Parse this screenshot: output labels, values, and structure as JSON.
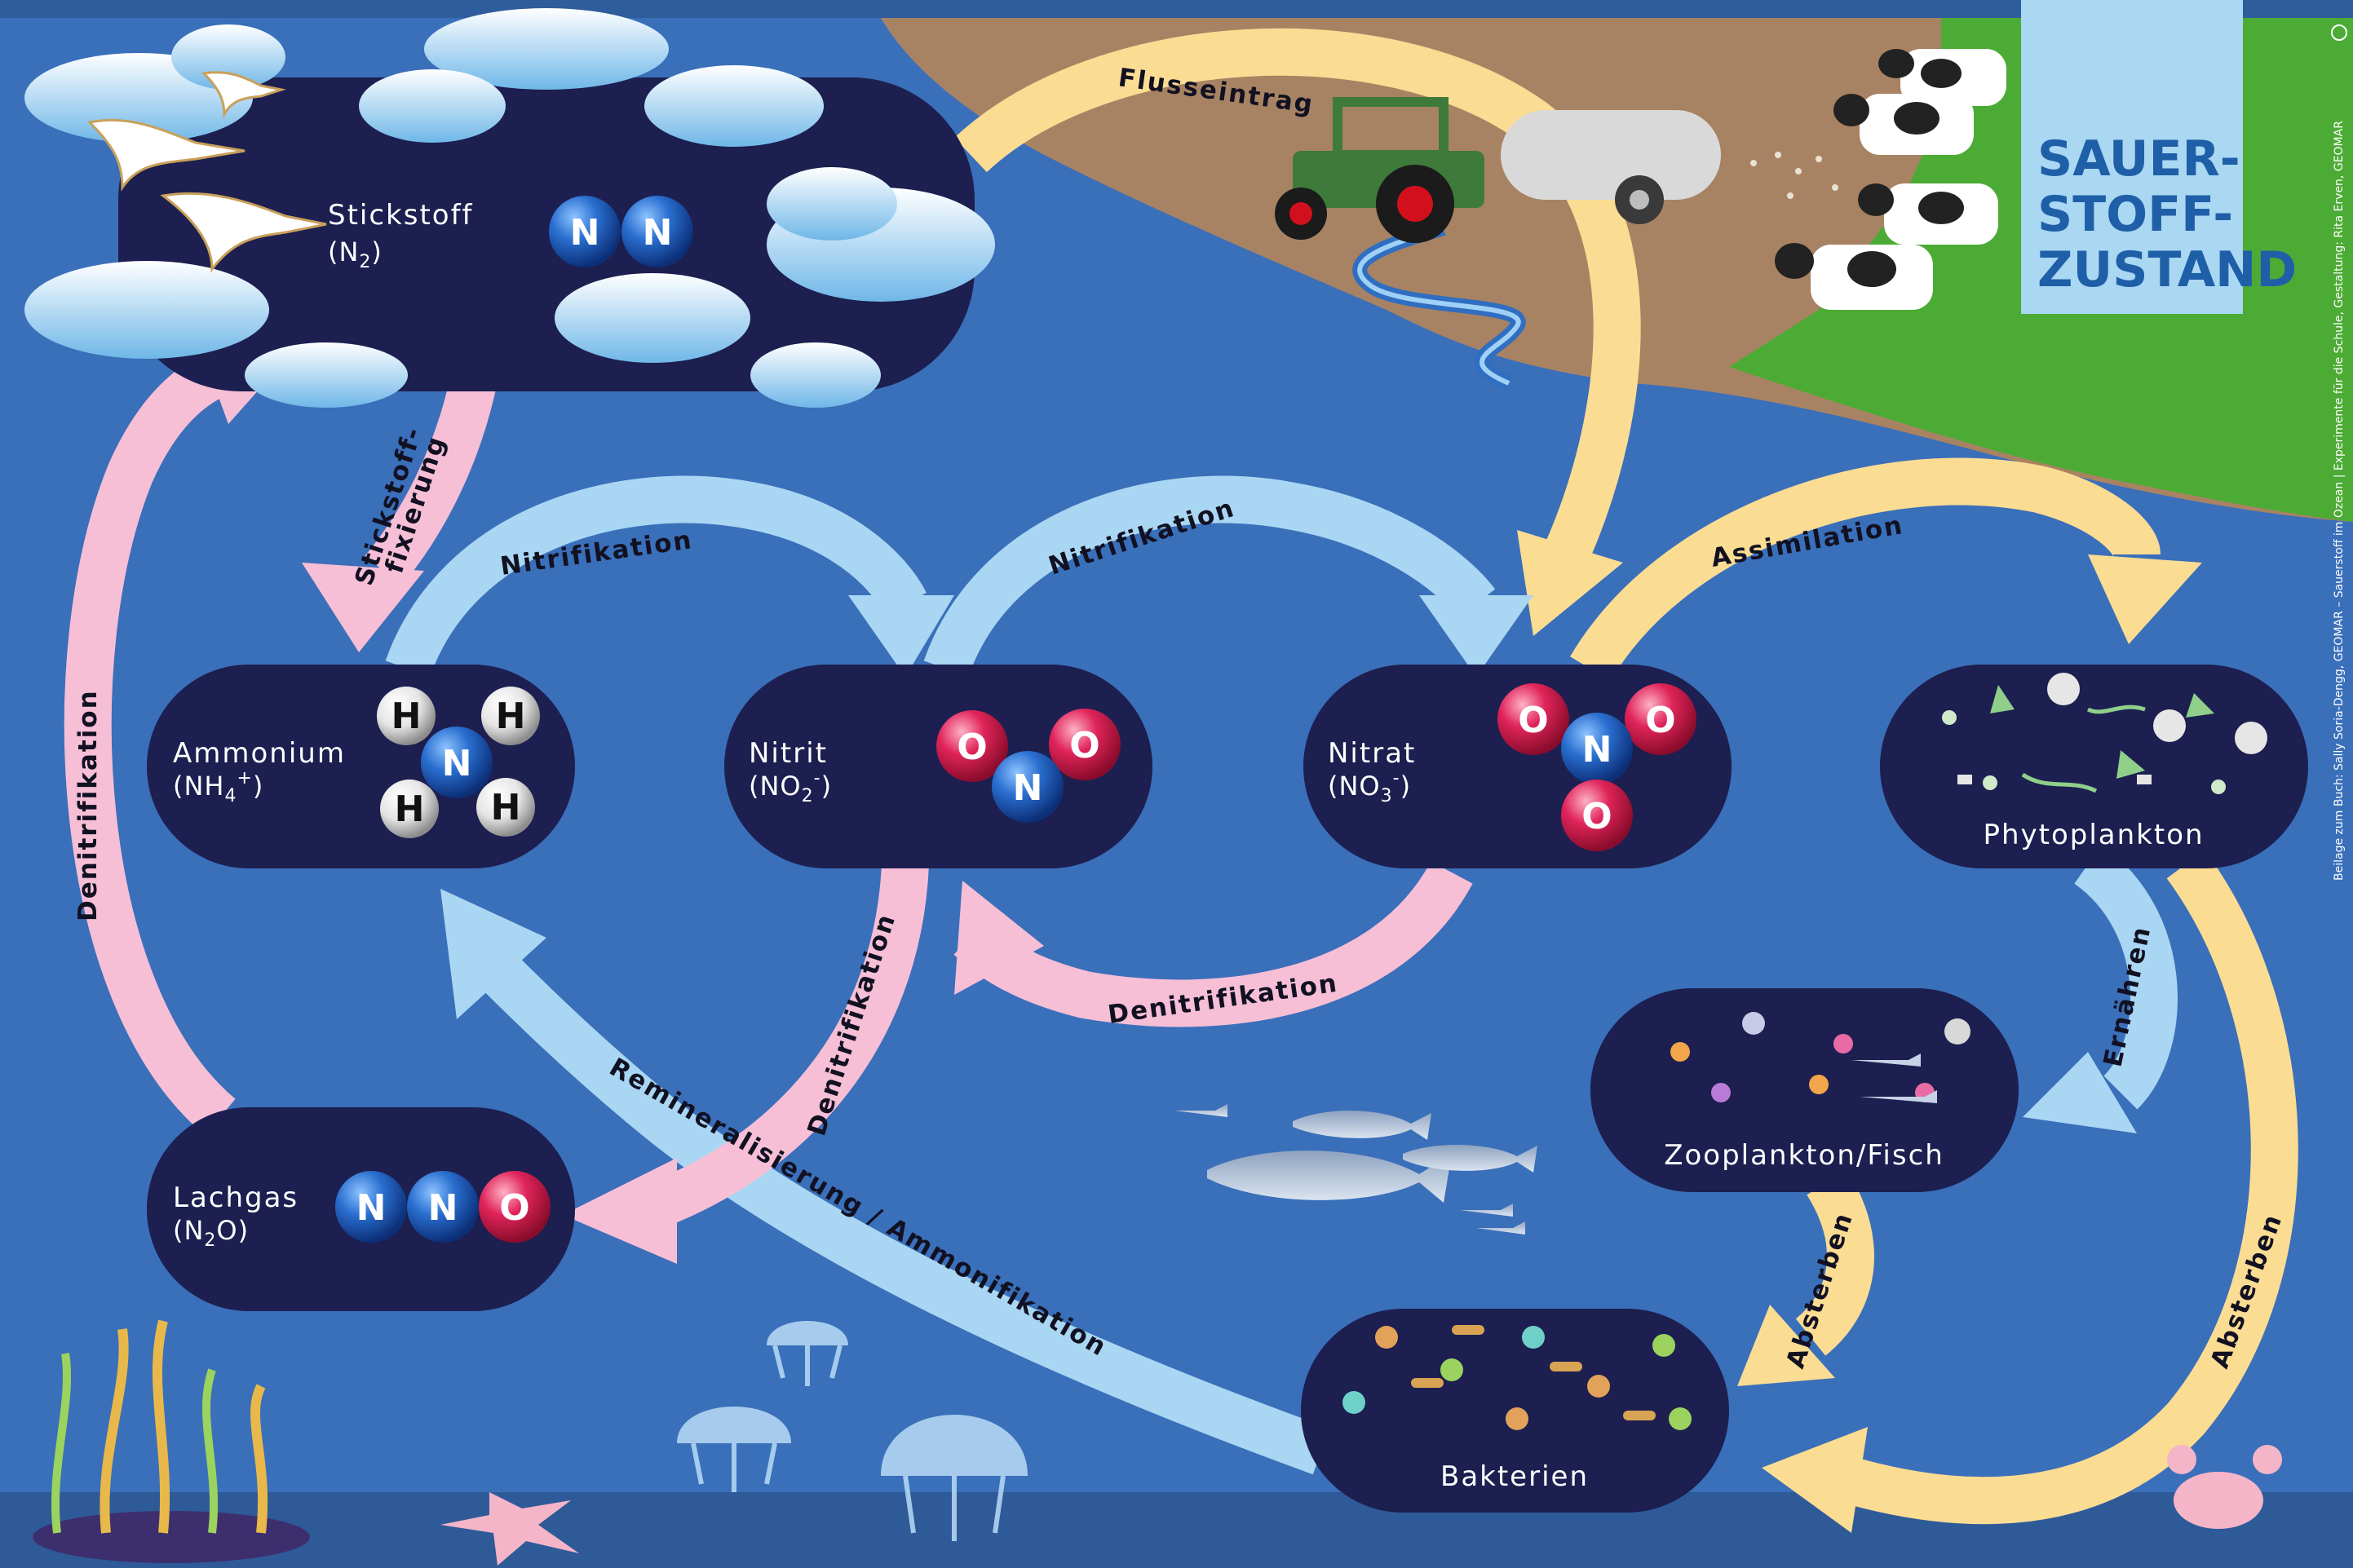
{
  "title_box": {
    "line1": "SAUER-",
    "line2": "STOFF-",
    "line3": "ZUSTAND"
  },
  "credit": "Beilage zum Buch: Sally Soria-Dengg, GEOMAR – Sauerstoff im Ozean | Experimente für die Schule, Gestaltung: Rita Erven, GEOMAR",
  "copyright_symbol": "©",
  "nodes": {
    "stickstoff": {
      "label": "Stickstoff",
      "formula": "(N",
      "sub": "2",
      "formula_end": ")",
      "atoms": [
        "N",
        "N"
      ]
    },
    "ammonium": {
      "label": "Ammonium",
      "formula": "(NH",
      "sub": "4",
      "sup": "+",
      "formula_end": ")",
      "center": "N",
      "outer": [
        "H",
        "H",
        "H",
        "H"
      ]
    },
    "nitrit": {
      "label": "Nitrit",
      "formula": "(NO",
      "sub": "2",
      "sup": "-",
      "formula_end": ")",
      "atoms": [
        "O",
        "O",
        "N"
      ]
    },
    "nitrat": {
      "label": "Nitrat",
      "formula": "(NO",
      "sub": "3",
      "sup": "-",
      "formula_end": ")",
      "atoms": [
        "O",
        "O",
        "N",
        "O"
      ]
    },
    "lachgas": {
      "label": "Lachgas",
      "formula": "(N",
      "sub": "2",
      "formula_end": "O)",
      "atoms": [
        "N",
        "N",
        "O"
      ]
    },
    "phytoplankton": {
      "label": "Phytoplankton"
    },
    "zooplankton": {
      "label": "Zooplankton/Fisch"
    },
    "bakterien": {
      "label": "Bakterien"
    }
  },
  "arrows": {
    "flusseintrag": "Flusseintrag",
    "stickstofffixierung_1": "Stickstoff-",
    "stickstofffixierung_2": "fixierung",
    "nitrifikation_1": "Nitrifikation",
    "nitrifikation_2": "Nitrifikation",
    "assimilation": "Assimilation",
    "denitrifikation_left": "Denitrifikation",
    "denitrifikation_mid": "Denitrifikation",
    "denitrifikation_bottom": "Denitrifikation",
    "remineralisierung": "Remineralisierung / Ammonifikation",
    "ernaehren": "Ernähren",
    "absterben_1": "Absterben",
    "absterben_2": "Absterben"
  },
  "colors": {
    "ocean": "#3a6fba",
    "pill": "#1c1f4f",
    "arrow_pink": "#f6bfd6",
    "arrow_blue": "#a9d6f2",
    "arrow_yellow": "#fbdc93",
    "atom_blue": "#1f5fb8",
    "atom_red": "#d81b4a",
    "atom_white": "#f2f2f2",
    "land": "#a88363",
    "grass": "#4cab34",
    "title_box": "#aad7f2"
  }
}
